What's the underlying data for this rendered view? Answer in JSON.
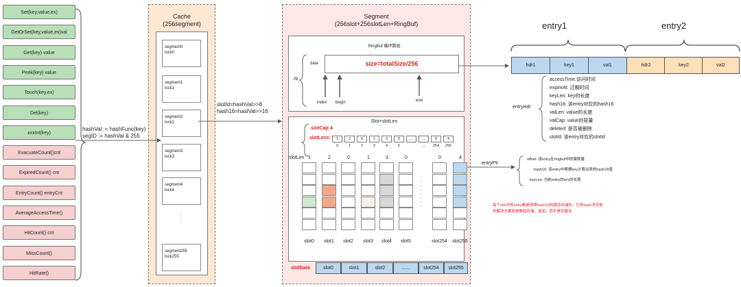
{
  "methods": [
    {
      "label": "Set(key,value,ex)",
      "kind": "green"
    },
    {
      "label": "GetOrSet(key,value,ex)val",
      "kind": "green"
    },
    {
      "label": "Get(key) value",
      "kind": "green"
    },
    {
      "label": "Peek(key) value",
      "kind": "green"
    },
    {
      "label": "Touch(key,ex)",
      "kind": "green"
    },
    {
      "label": "Del(key)",
      "kind": "green"
    },
    {
      "label": "xxxInt(key)",
      "kind": "green"
    },
    {
      "label": "EvacuateCount()cnt",
      "kind": "pink"
    },
    {
      "label": "ExpiredCount() cnt",
      "kind": "pink"
    },
    {
      "label": "EntryCount() entryCnt",
      "kind": "pink"
    },
    {
      "label": "AverageAccessTime()",
      "kind": "pink"
    },
    {
      "label": "HitCount() cnt",
      "kind": "pink"
    },
    {
      "label": "MissCount()",
      "kind": "pink"
    },
    {
      "label": "HitRate()",
      "kind": "pink"
    }
  ],
  "hash_note": {
    "line1": "hashVal := hashFunc(key)",
    "line2": "segID := hashVal & 255"
  },
  "cache": {
    "title": "Cache",
    "subtitle": "(256segment)",
    "segments": [
      {
        "name": "segment0",
        "lock": "lock0"
      },
      {
        "name": "segment1",
        "lock": "lock1"
      },
      {
        "name": "segment2",
        "lock": "lock2"
      },
      {
        "name": "segment3",
        "lock": "lock3"
      },
      {
        "name": "segment4",
        "lock": "lock4"
      },
      {
        "name": "segment255",
        "lock": "lock255"
      }
    ],
    "ellipsis": "·\n·\n·\n·"
  },
  "slot_note": {
    "line1": "slotId=hashVal>>8",
    "line2": "hash16=haslVal>>16"
  },
  "segment": {
    "title": "Segment",
    "subtitle": "(256slot+256slotLen+RingBuf)",
    "rb_label": "rb",
    "ringbuf_title": "RingBuf 循环数组",
    "data_label": "data",
    "size_label": "size=totalSize/256",
    "pointers": {
      "index": "index",
      "begin": "begin",
      "end": "end"
    },
    "slotlen_title": "Slot+slotLen",
    "slotcap": "slotCap:4",
    "slotlens_label": "slotLens:",
    "lens_values": [
      "1",
      "2",
      "0",
      "1",
      "3",
      "0",
      "....",
      "....",
      "0",
      "4"
    ],
    "lens_index": [
      "0",
      "1",
      "2",
      "3",
      "4",
      "5",
      "....",
      "254",
      "255"
    ],
    "slotlen_label": "slotLen",
    "col_counts": [
      "1",
      "2",
      "0",
      "1",
      "3",
      "0",
      "0",
      "4"
    ],
    "slot_names": [
      "slot0",
      "slot1",
      "slot2",
      "slot3",
      "slot4",
      "slot5",
      "slot254",
      "slot255"
    ],
    "slotdata_label": "slotData",
    "slotdata_cells": [
      "slot0",
      "slot1",
      "slot2",
      "......",
      "slot254",
      "slot255"
    ],
    "vdots": "·\n·\n·\n·\n·\n·\n·"
  },
  "entries": {
    "entry1_title": "entry1",
    "entry2_title": "entry2",
    "cells": [
      {
        "label": "hdr1",
        "color": "#bcd8f0"
      },
      {
        "label": "key1",
        "color": "#bcd8f0"
      },
      {
        "label": "val1",
        "color": "#bcd8f0"
      },
      {
        "label": "hdr2",
        "color": "#fde0b8"
      },
      {
        "label": "key2",
        "color": "#fde0b8"
      },
      {
        "label": "val2",
        "color": "#fde0b8"
      }
    ]
  },
  "entry_hdr": {
    "label": "entryHdr",
    "lines": [
      "accessTime:访问时间",
      "expireAt: 过期时间",
      "keyLen: key的长度",
      "hash16: 该entry对应的hash16",
      "valLen: value的长度",
      "valCap: value的容量",
      "deleted: 是否被删除",
      "slotId: 该entry对应的slotId"
    ]
  },
  "entry_ptr": {
    "label": "entryPtr",
    "lines": [
      "offset: 该entry在ringbuf中的偏移量",
      "hash16: 该entry中根据key计算出来的hash16值",
      "keyLen: 当前entry的key的长度"
    ]
  },
  "note": {
    "line1": "每个slot中的entry都是按照hash16的顺序存储的，它的hash冲突他",
    "line2": "的解决方案就是数组存储，追加，而不是拉链法"
  },
  "colors": {
    "green": "#b9dfb9",
    "pink": "#f6cfcf",
    "cache_bg": "#fde8d4",
    "segment_bg": "#fde8e6",
    "blue": "#bcd8f0",
    "orange": "#f4a88a",
    "gray": "#d8d8d8",
    "light_green": "#cfe8cf",
    "light_peach": "#fdf0e6",
    "red": "#e02020"
  }
}
